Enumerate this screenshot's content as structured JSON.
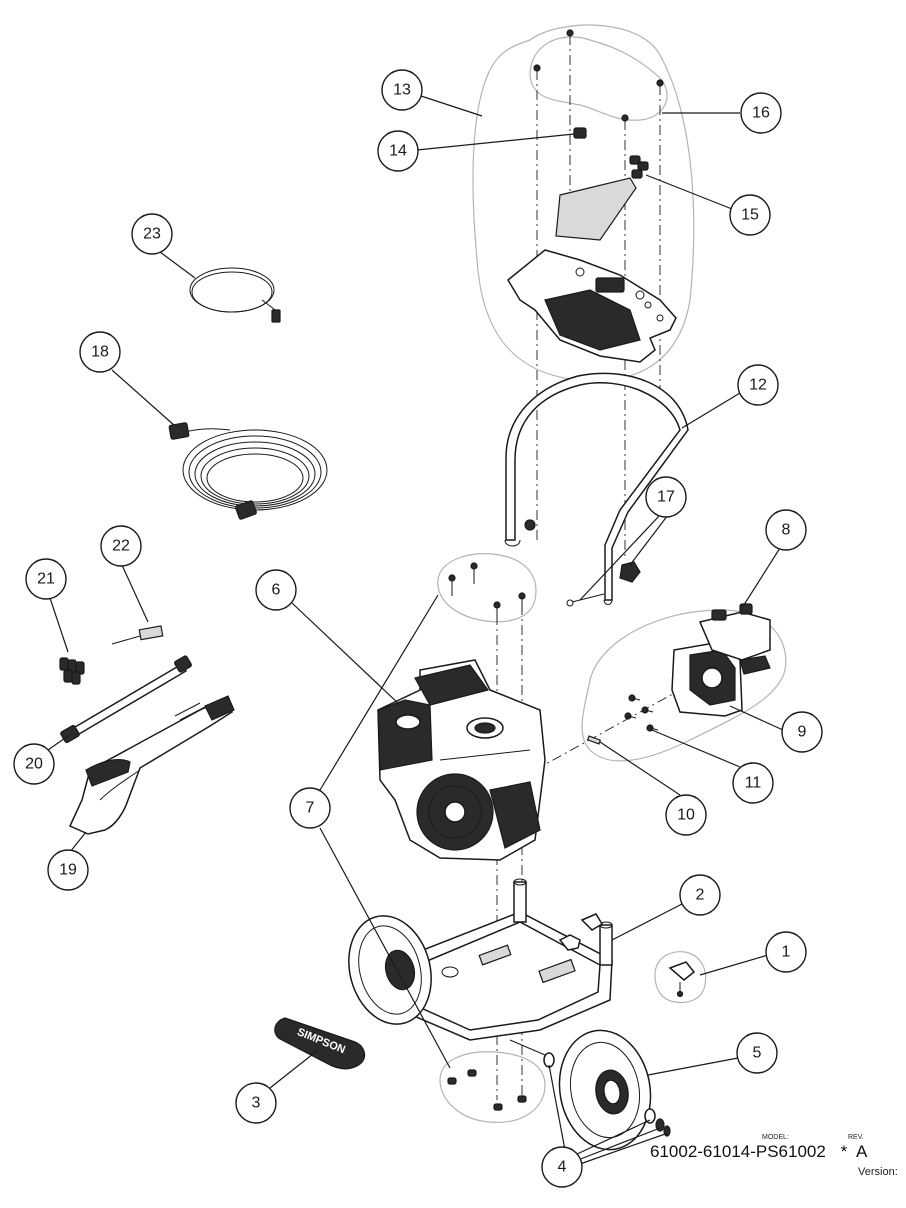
{
  "callouts": [
    "1",
    "2",
    "3",
    "4",
    "5",
    "6",
    "7",
    "8",
    "9",
    "10",
    "11",
    "12",
    "13",
    "14",
    "15",
    "16",
    "17",
    "18",
    "19",
    "20",
    "21",
    "22",
    "23"
  ],
  "title_block": {
    "model_label": "MODEL:",
    "model_number": "61002-61014-PS61002",
    "asterisk": "*",
    "rev_label": "REV.",
    "rev_value": "A",
    "version_label": "Version:"
  },
  "parts": {
    "wand_brand": "SIMPSON"
  },
  "colors": {
    "line": "#1a1a1a",
    "bubble": "#b4b4b4",
    "background": "#ffffff"
  }
}
